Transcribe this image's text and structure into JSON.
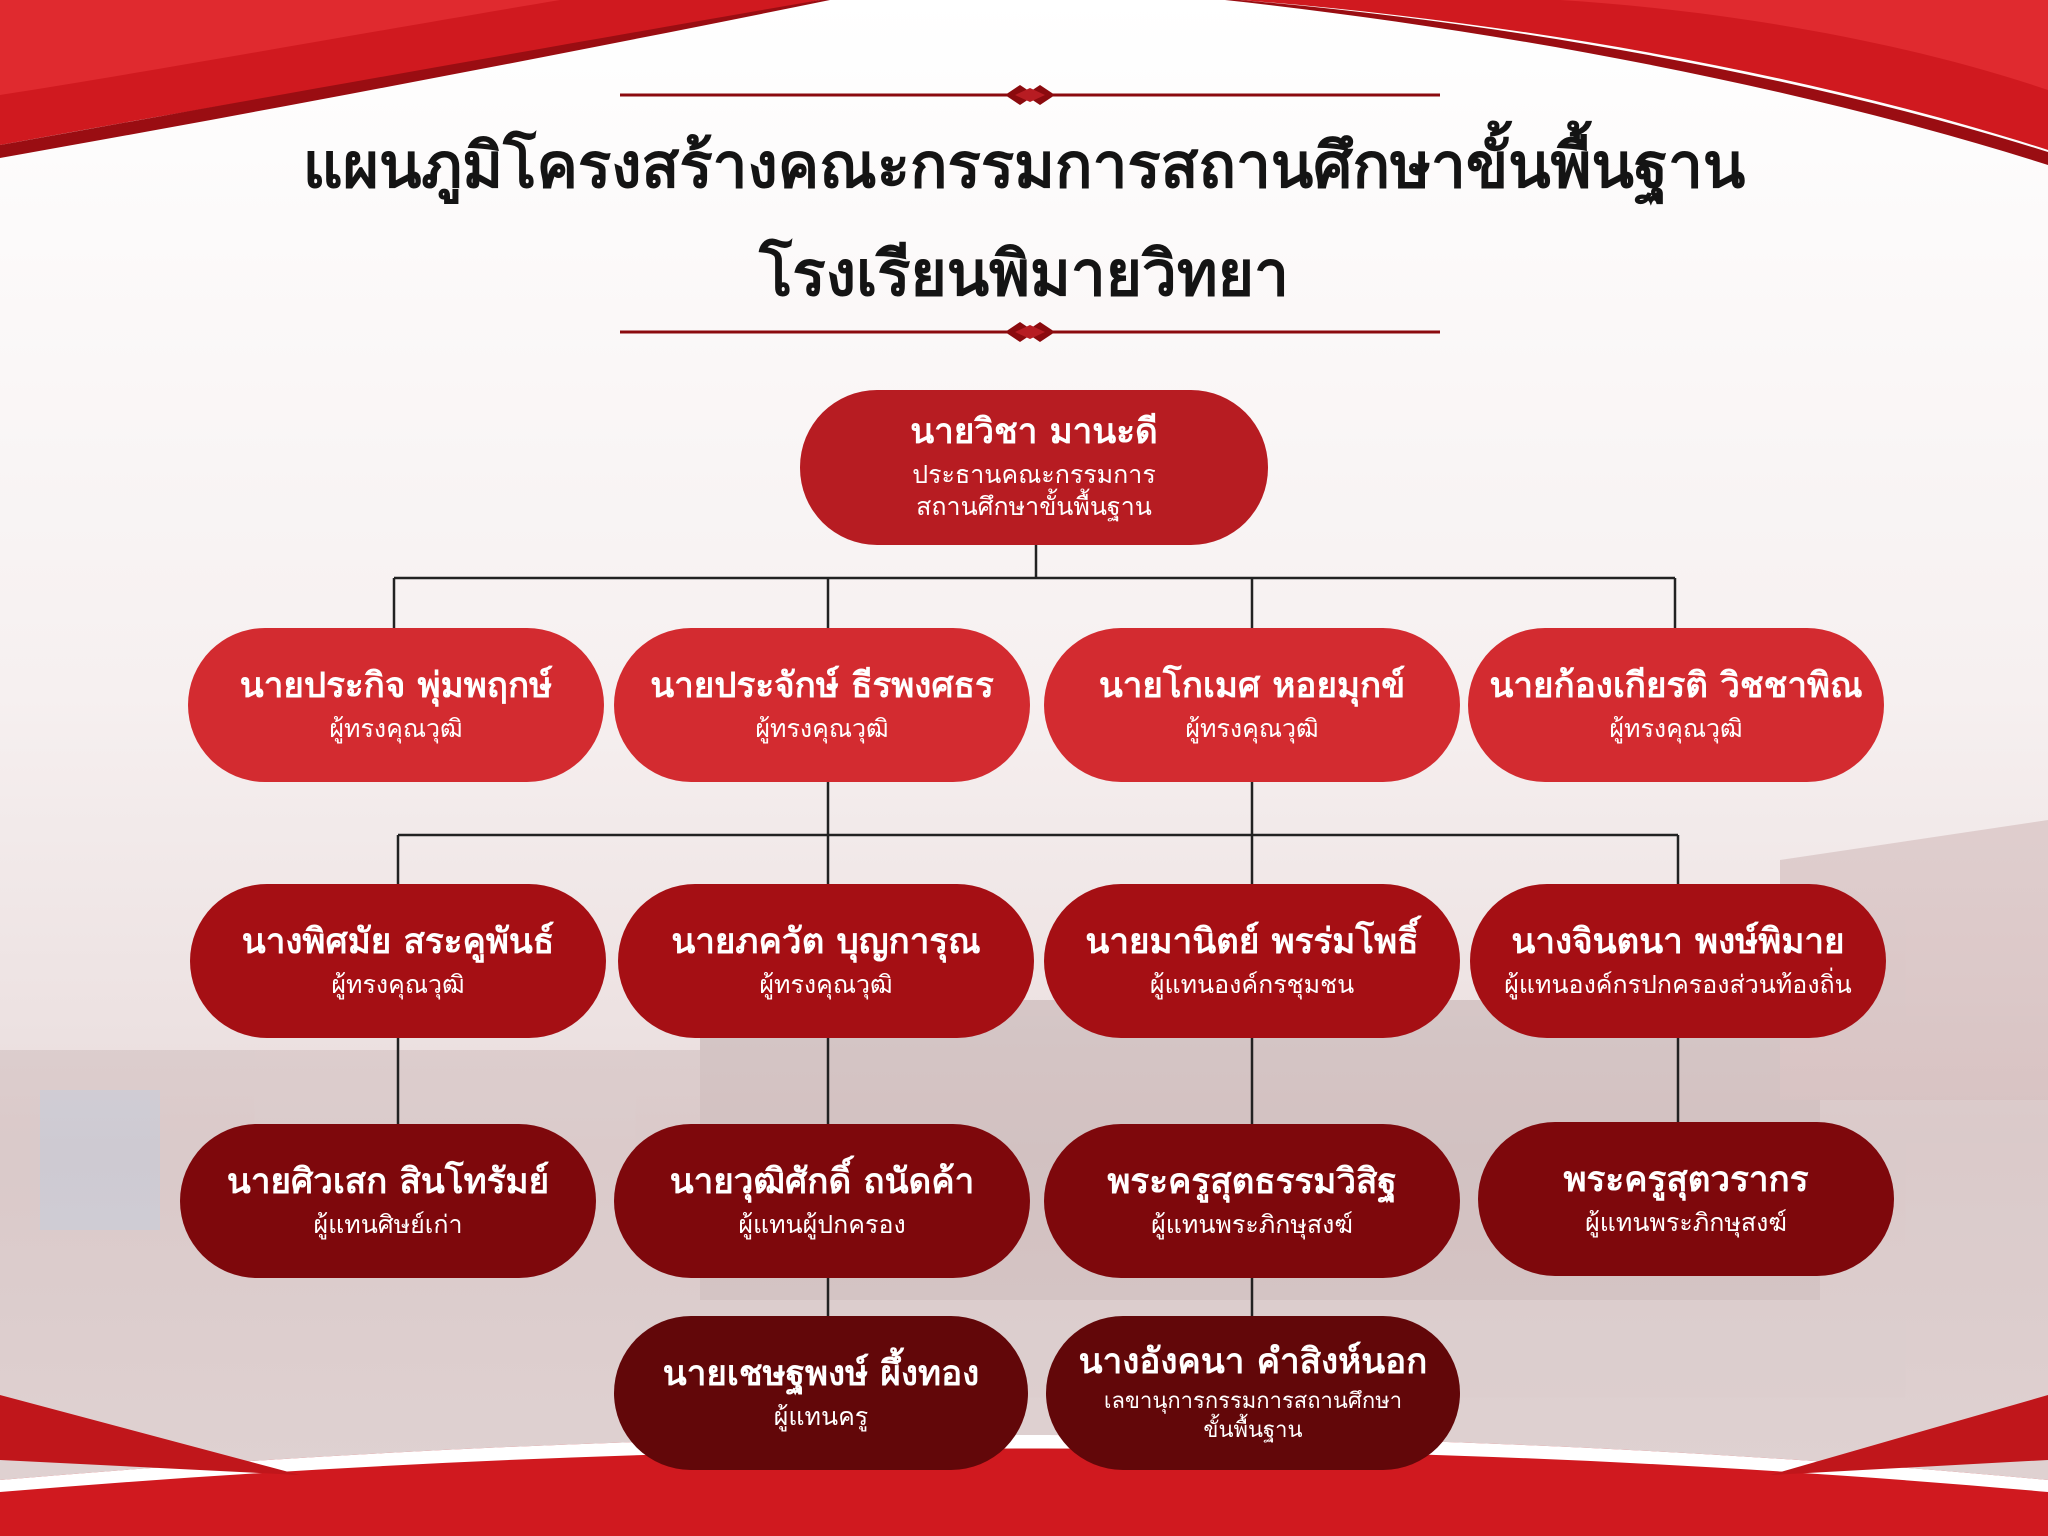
{
  "header": {
    "title_line1": "แผนภูมิโครงสร้างคณะกรรมการสถานศึกษาขั้นพื้นฐาน",
    "title_line2": "โรงเรียนพิมายวิทยา"
  },
  "colors": {
    "brand_red": "#d0191f",
    "dark_red": "#8b0a0e",
    "title_text": "#141414"
  },
  "chairman": {
    "name": "นายวิชา  มานะดี",
    "role_line1": "ประธานคณะกรรมการ",
    "role_line2": "สถานศึกษาขั้นพื้นฐาน"
  },
  "row1": [
    {
      "name": "นายประกิจ พุ่มพฤกษ์",
      "role": "ผู้ทรงคุณวุฒิ"
    },
    {
      "name": "นายประจักษ์ ธีรพงศธร",
      "role": "ผู้ทรงคุณวุฒิ"
    },
    {
      "name": "นายโกเมศ หอยมุกข์",
      "role": "ผู้ทรงคุณวุฒิ"
    },
    {
      "name": "นายก้องเกียรติ วิชชาพิณ",
      "role": "ผู้ทรงคุณวุฒิ"
    }
  ],
  "row2": [
    {
      "name": "นางพิศมัย สระคูพันธ์",
      "role": "ผู้ทรงคุณวุฒิ"
    },
    {
      "name": "นายภควัต บุญการุณ",
      "role": "ผู้ทรงคุณวุฒิ"
    },
    {
      "name": "นายมานิตย์ พรร่มโพธิ์",
      "role": "ผู้แทนองค์กรชุมชน"
    },
    {
      "name": "นางจินตนา พงษ์พิมาย",
      "role": "ผู้แทนองค์กรปกครองส่วนท้องถิ่น"
    }
  ],
  "row3": [
    {
      "name": "นายศิวเสก สินโทรัมย์",
      "role": "ผู้แทนศิษย์เก่า"
    },
    {
      "name": "นายวุฒิศักดิ์ ถนัดค้า",
      "role": "ผู้แทนผู้ปกครอง"
    },
    {
      "name": "พระครูสุตธรรมวิสิฐ",
      "role": "ผู้แทนพระภิกษุสงฆ์"
    },
    {
      "name": "พระครูสุตวรากร",
      "role": "ผู้แทนพระภิกษุสงฆ์"
    }
  ],
  "row4": [
    {
      "name": "นายเชษฐพงษ์ ผึ้งทอง",
      "role": "ผู้แทนครู"
    },
    {
      "name": "นางอังคนา คำสิงห์นอก",
      "role_line1": "เลขานุการกรรมการสถานศึกษา",
      "role_line2": "ขั้นพื้นฐาน"
    }
  ]
}
